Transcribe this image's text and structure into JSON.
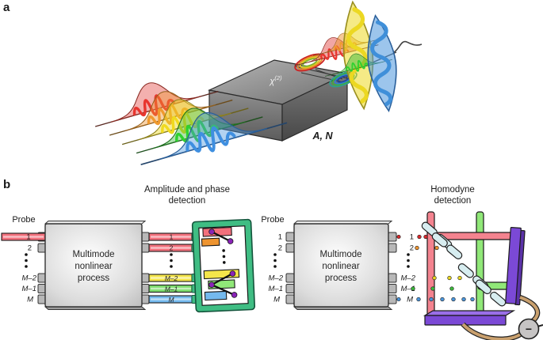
{
  "colors": {
    "red": "#d92a2c",
    "orange": "#ee9430",
    "yellow": "#ecd822",
    "green": "#3cb93c",
    "blue": "#4a96dd",
    "bar_red": "#f2707c",
    "bar_yellow": "#f4e54a",
    "bar_green": "#7edc6e",
    "bar_blue": "#74b9ee",
    "teal": "#3fbd83",
    "purple": "#7b49d6",
    "pink": "#f4838f",
    "light_green": "#90e878",
    "mirror": "#d7edf0",
    "dot_purple": "#8a24b8",
    "cable": "#c9a06e",
    "detector": "#c6c4c4"
  },
  "panel_a": {
    "label": "a",
    "chi": "χ",
    "chi_sup": "(2)",
    "output_label": "A, N"
  },
  "panel_b": {
    "label": "b",
    "box_lines": [
      "Multimode",
      "nonlinear",
      "process"
    ],
    "modes": [
      "1",
      "2",
      "M–2",
      "M–1",
      "M"
    ],
    "left": {
      "title1": "Amplitude and phase",
      "title2": "detection",
      "probe": "Probe"
    },
    "right": {
      "title1": "Homodyne",
      "title2": "detection",
      "probe": "Probe",
      "detector_sign": "−"
    }
  }
}
